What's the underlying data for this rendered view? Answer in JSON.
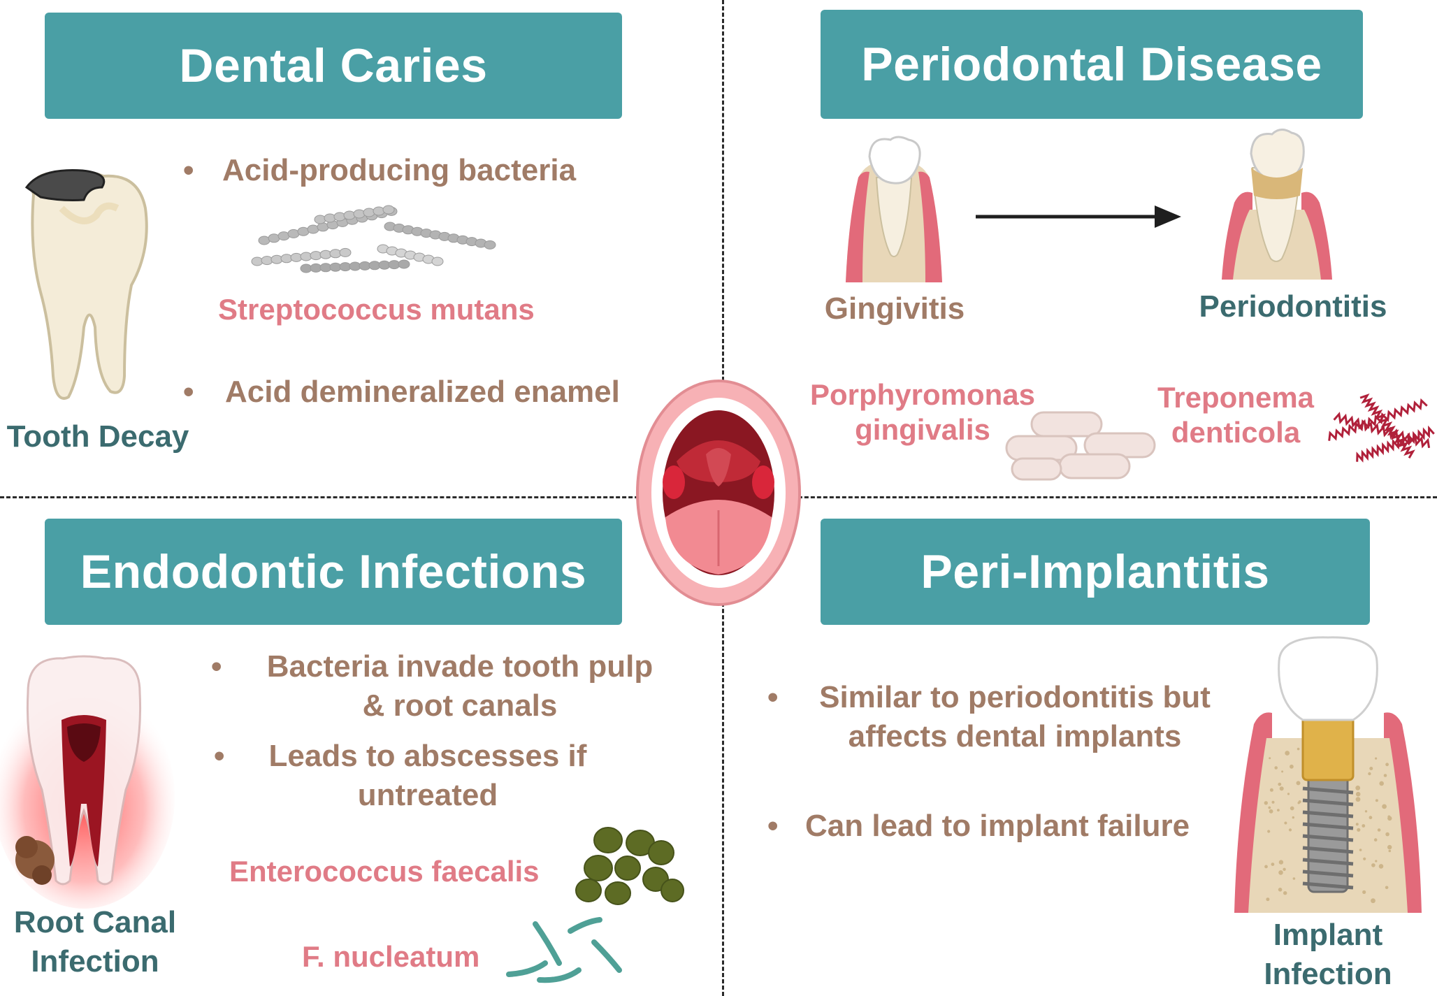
{
  "dental_caries": {
    "title": "Dental Caries",
    "bullet1": "Acid-producing bacteria",
    "bacterium": "Streptococcus mutans",
    "bullet2": "Acid demineralized enamel",
    "tooth_label": "Tooth Decay"
  },
  "periodontal": {
    "title": "Periodontal Disease",
    "stage1": "Gingivitis",
    "stage2": "Periodontitis",
    "bacterium1_line1": "Porphyromonas",
    "bacterium1_line2": "gingivalis",
    "bacterium2_line1": "Treponema",
    "bacterium2_line2": "denticola"
  },
  "endodontic": {
    "title": "Endodontic Infections",
    "bullet1_line1": "Bacteria invade tooth pulp",
    "bullet1_line2": "& root canals",
    "bullet2_line1": "Leads to abscesses if",
    "bullet2_line2": "untreated",
    "bacterium1": "Enterococcus faecalis",
    "bacterium2": "F. nucleatum",
    "tooth_label_line1": "Root Canal",
    "tooth_label_line2": "Infection"
  },
  "peri_implantitis": {
    "title": "Peri-Implantitis",
    "bullet1_line1": "Similar to periodontitis but",
    "bullet1_line2": "affects dental implants",
    "bullet2": "Can lead to implant failure",
    "implant_label_line1": "Implant",
    "implant_label_line2": "Infection"
  },
  "bullet_symbol": "•",
  "colors": {
    "banner": "#4a9fa5",
    "text_brown": "#a07b66",
    "text_pink": "#e07b86",
    "text_teal": "#3b6b6f"
  }
}
